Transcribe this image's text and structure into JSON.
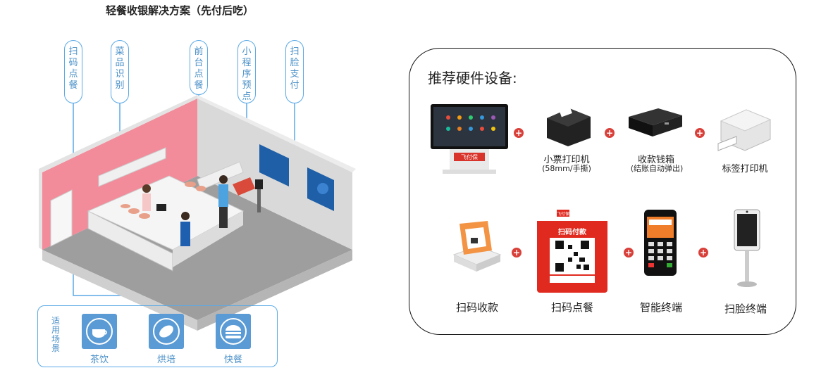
{
  "title": "轻餐收银解决方案（先付后吃）",
  "labels": [
    "扫码点餐",
    "菜品识别",
    "前台点餐",
    "小程序预点",
    "扫脸支付"
  ],
  "applicable": {
    "label": "适用场景",
    "items": [
      {
        "name": "茶饮",
        "icon": "cup-icon"
      },
      {
        "name": "烘培",
        "icon": "bread-icon"
      },
      {
        "name": "快餐",
        "icon": "burger-icon"
      }
    ]
  },
  "panel": {
    "title": "推荐硬件设备:",
    "row1": [
      {
        "name": "",
        "icon": "pos-terminal-icon",
        "brand": "飞付保"
      },
      {
        "name": "小票打印机",
        "sub": "(58mm/手撕)",
        "icon": "receipt-printer-icon"
      },
      {
        "name": "收款钱箱",
        "sub": "(结账自动弹出)",
        "icon": "cash-drawer-icon"
      },
      {
        "name": "标签打印机",
        "icon": "label-printer-icon"
      }
    ],
    "row2": [
      {
        "name": "扫码收款",
        "icon": "scanner-box-icon"
      },
      {
        "name": "扫码点餐",
        "icon": "qr-stand-icon",
        "card_text": "扫码付款",
        "brand": "飞付保"
      },
      {
        "name": "智能终端",
        "icon": "smart-terminal-icon"
      },
      {
        "name": "扫脸终端",
        "icon": "face-terminal-icon"
      }
    ]
  },
  "colors": {
    "accent": "#5aa9e6",
    "plus": "#d9403a",
    "wall": "#f28b9a",
    "floor": "#9a9a9a"
  }
}
